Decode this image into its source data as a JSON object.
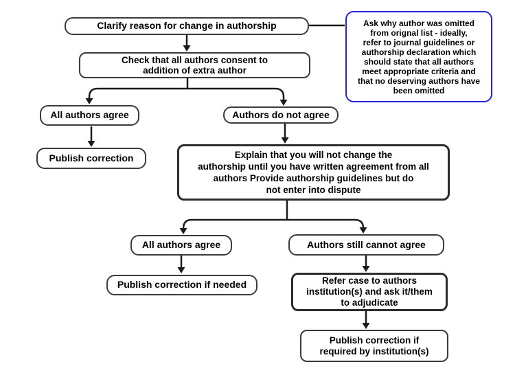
{
  "diagram": {
    "title": "Authorship change flowchart",
    "colors": {
      "background": "#ffffff",
      "box_border": "#3a3a3a",
      "emphasis_border": "#2b2b2b",
      "note_border": "#2323dd",
      "line": "#1a1a1a",
      "text": "#000000"
    },
    "nodes": {
      "clarify": {
        "label": "Clarify reason for change in authorship"
      },
      "note": {
        "label": "Ask why author was omitted\nfrom orignal list - ideally,\nrefer to journal guidelines or\nauthorship declaration which\nshould state that all authors\nmeet appropriate criteria and\nthat no deserving authors have\nbeen omitted"
      },
      "check": {
        "label": "Check that all authors consent to\naddition of extra author"
      },
      "agree1": {
        "label": "All authors agree"
      },
      "notagree": {
        "label": "Authors do not agree"
      },
      "pubcorr": {
        "label": "Publish correction"
      },
      "explain": {
        "label": "Explain that you will not change the\nauthorship until you have written agreement from all\nauthors Provide authorship guidelines but do\nnot enter into dispute"
      },
      "agree2": {
        "label": "All authors agree"
      },
      "stillcannot": {
        "label": "Authors still cannot agree"
      },
      "pubneeded": {
        "label": "Publish correction if needed"
      },
      "refer": {
        "label": "Refer case to authors\ninstitution(s) and ask it/them\nto adjudicate"
      },
      "pubrequired": {
        "label": "Publish correction if\nrequired by institution(s)"
      }
    }
  }
}
